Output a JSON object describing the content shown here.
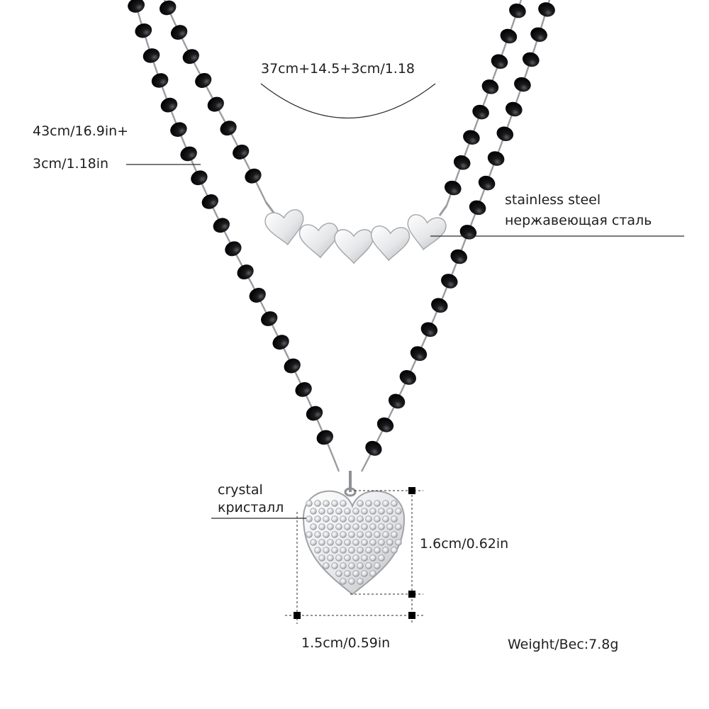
{
  "labels": {
    "upper_chain_length": "37cm+14.5+3cm/1.18",
    "outer_chain_length_line1": "43cm/16.9in+",
    "outer_chain_length_line2": "3cm/1.18in",
    "material_en": "stainless steel",
    "material_ru": "нержавеющая сталь",
    "crystal_en": "crystal",
    "crystal_ru": "кристалл",
    "pendant_height": "1.6cm/0.62in",
    "pendant_width": "1.5cm/0.59in",
    "weight": "Weight/Вес:7.8g"
  },
  "colors": {
    "background": "#ffffff",
    "bead": "#0d0d0f",
    "chain": "#9a9ca0",
    "silver": "#e9eaec",
    "annotation_line": "#2a2a2a"
  }
}
